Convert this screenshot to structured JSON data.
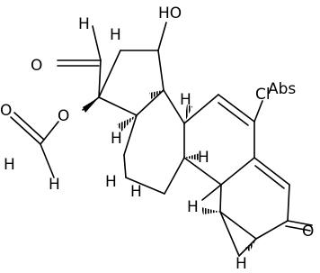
{
  "labels": {
    "oxo_upper": "O",
    "ester_o": "O",
    "acetyl_o": "O",
    "hydroxyl": "HO",
    "chloro": "Cl",
    "oxo_lower": "O",
    "abs": "Abs",
    "h1": "H",
    "h2": "H",
    "h3": "H",
    "h4": "H",
    "h5": "H",
    "h6": "H",
    "h7": "H",
    "h8": "H",
    "h9": "H",
    "h10": "H",
    "h11": "H"
  }
}
